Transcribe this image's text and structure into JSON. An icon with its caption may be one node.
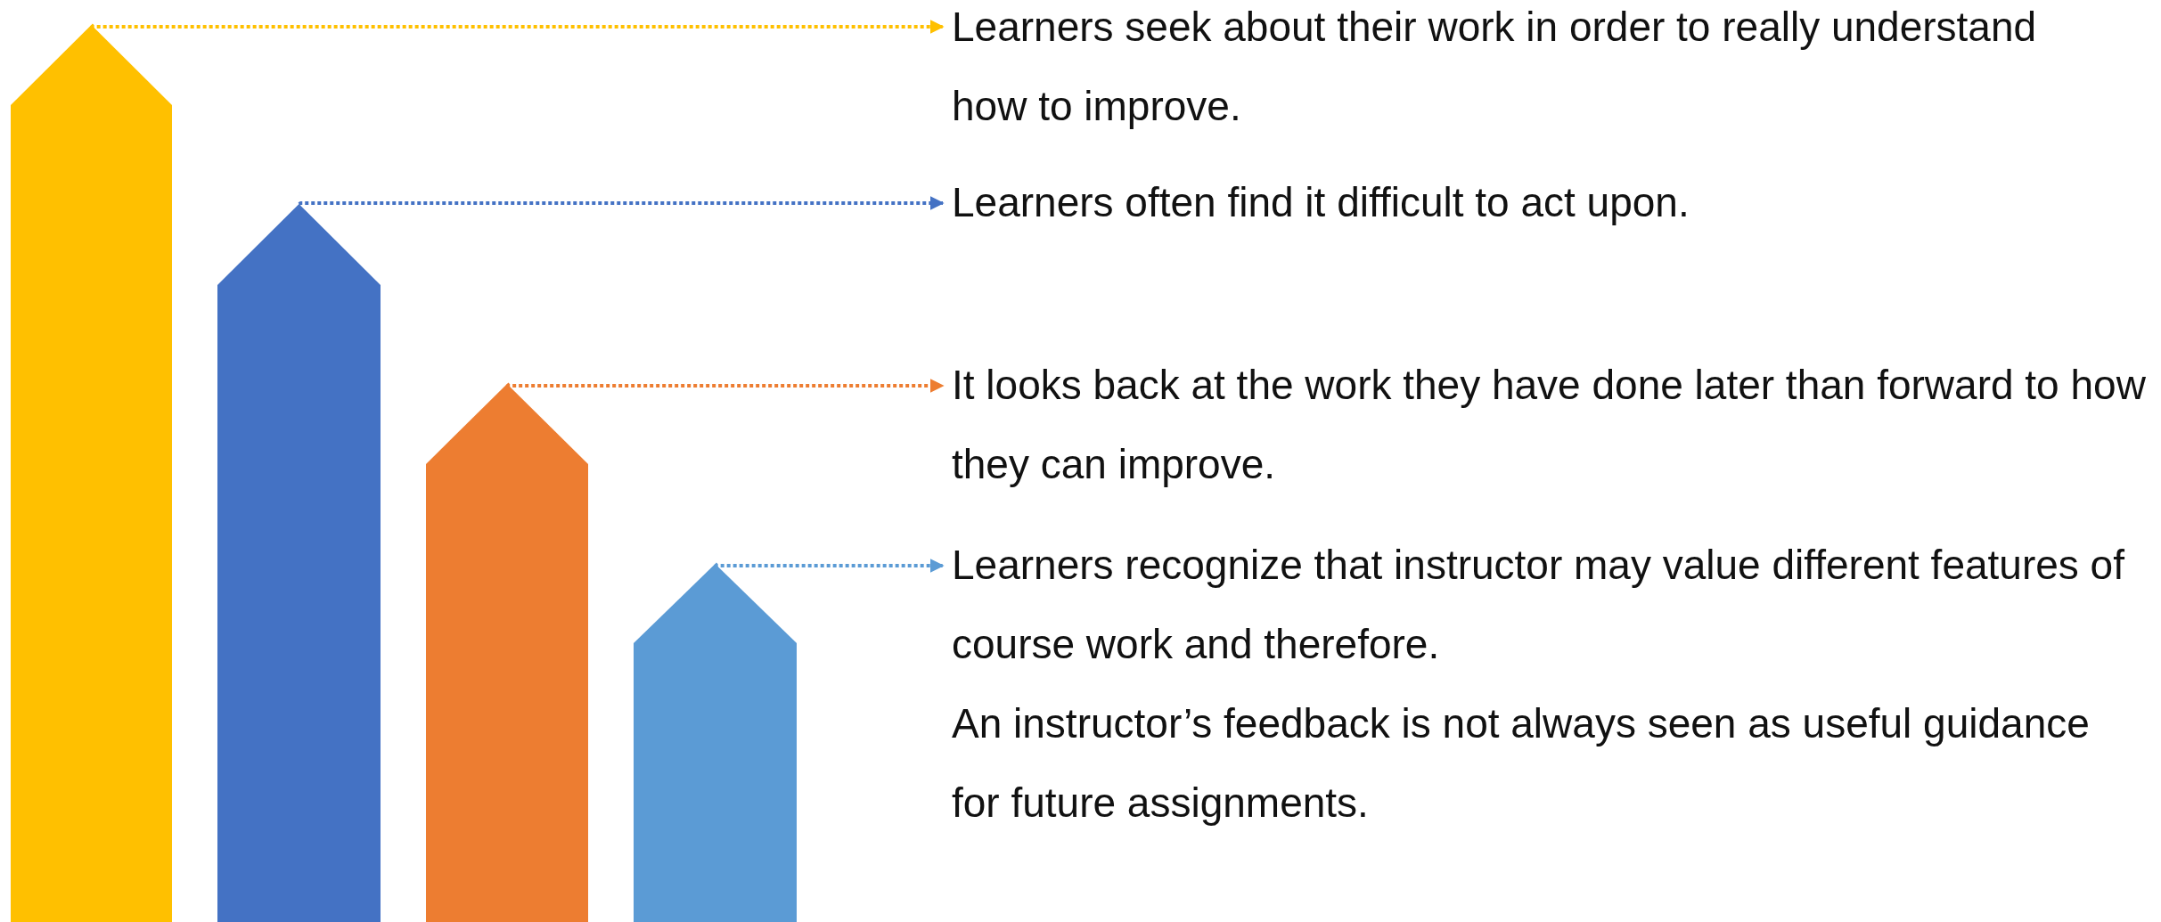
{
  "diagram": {
    "nodes": [
      {
        "text": [],
        "shape": "arrow"
      },
      {
        "text": [],
        "shape": "arrow"
      },
      {
        "text": [],
        "shape": "arrow"
      },
      {
        "text": [],
        "shape": "arrow"
      },
      {
        "text": [
          "Learners seek about their work in order to really understand how to improve."
        ]
      },
      {
        "text": [
          "Learners often find it difficult to act upon."
        ]
      },
      {
        "text": [
          "It looks back at the work they have done later than forward to how they can improve."
        ]
      },
      {
        "text": [
          "Learners recognize that instructor may value different features of course work and therefore.",
          "An instructor’s feedback is not always seen as useful guidance for future assignments."
        ]
      }
    ],
    "edges": [
      {
        "from": 0,
        "to": 4,
        "arrow": "to",
        "style": "dashed",
        "color": "#ffc000"
      },
      {
        "from": 1,
        "to": 5,
        "arrow": "to",
        "style": "dashed",
        "color": "#4472c4"
      },
      {
        "from": 2,
        "to": 6,
        "arrow": "to",
        "style": "dashed",
        "color": "#ed7d31"
      },
      {
        "from": 3,
        "to": 7,
        "arrow": "to",
        "style": "dashed",
        "color": "#5b9bd5"
      }
    ]
  }
}
